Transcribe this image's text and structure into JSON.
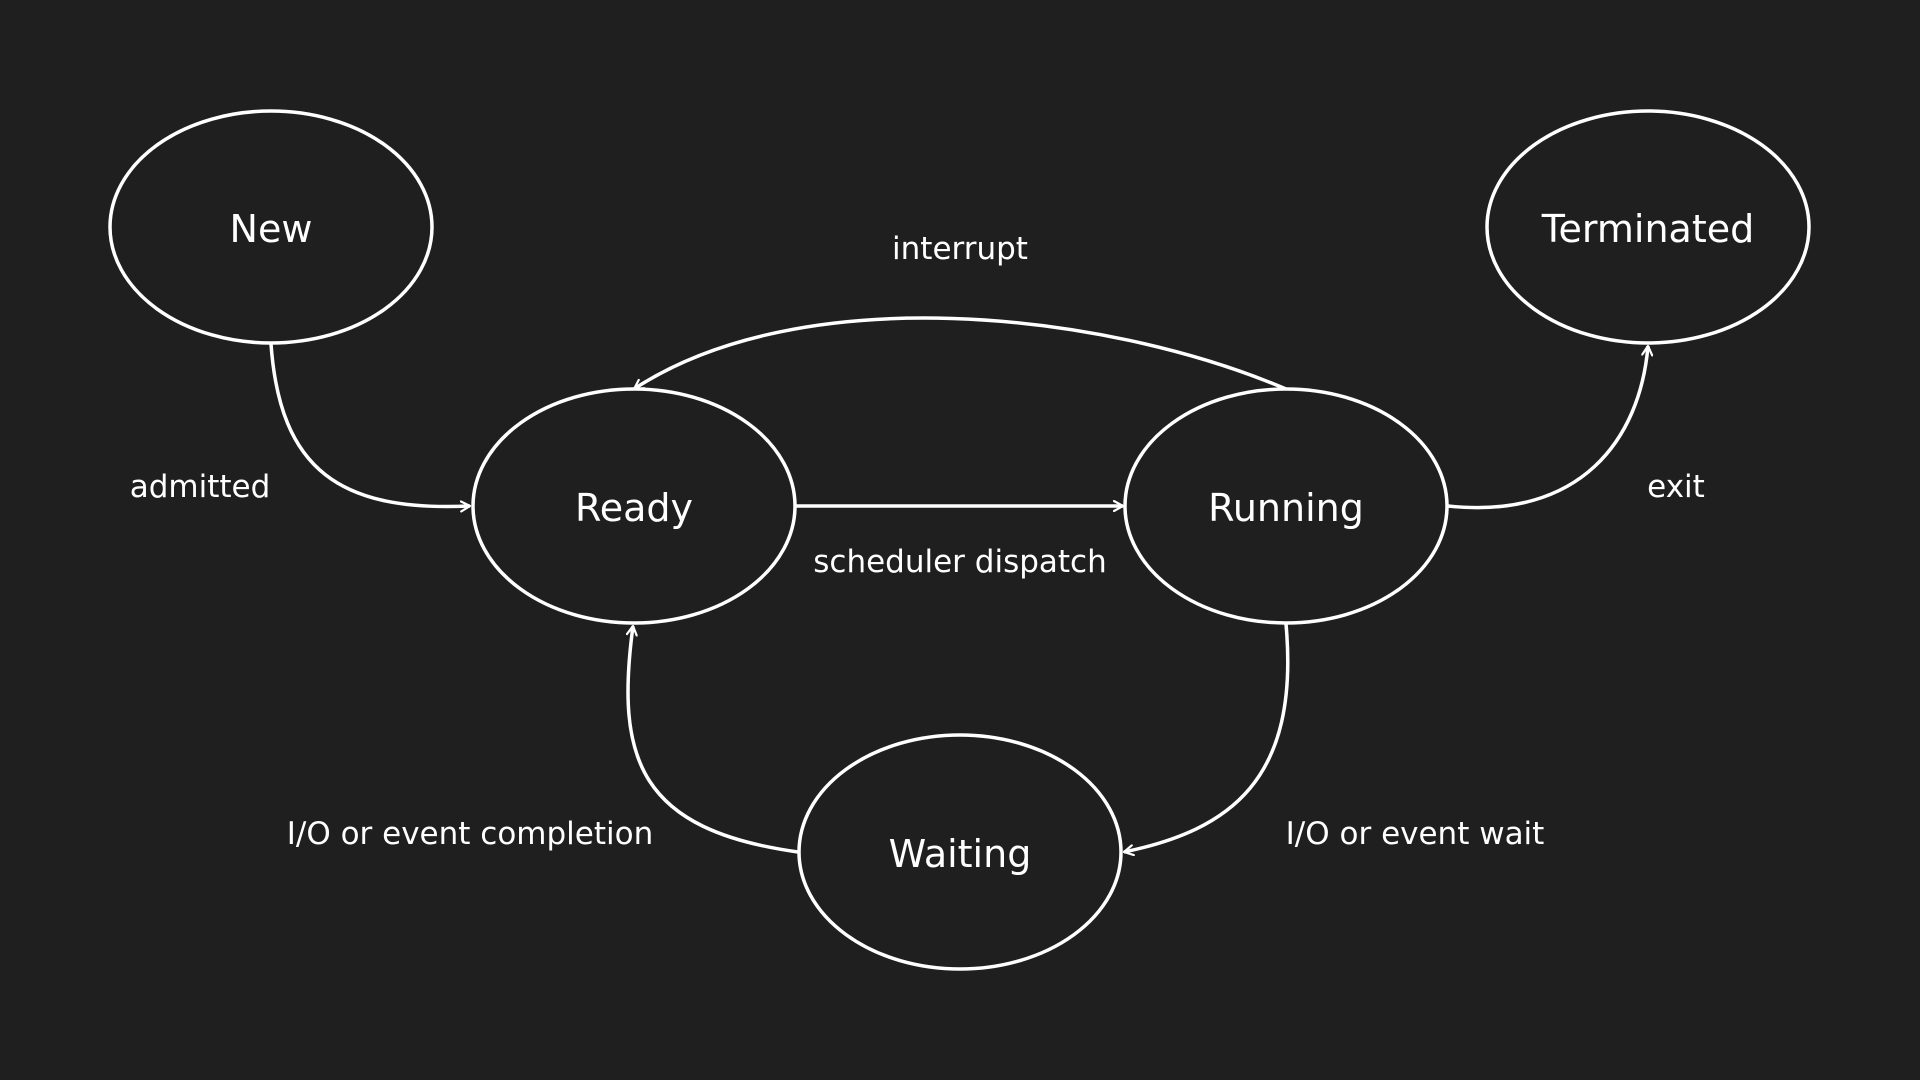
{
  "diagram": {
    "title": "Process State Diagram",
    "colors": {
      "background": "#1f1f1f",
      "stroke": "#ffffff",
      "text": "#ffffff"
    },
    "nodes": {
      "new": {
        "label": "New"
      },
      "ready": {
        "label": "Ready"
      },
      "running": {
        "label": "Running"
      },
      "terminated": {
        "label": "Terminated"
      },
      "waiting": {
        "label": "Waiting"
      }
    },
    "edges": {
      "admitted": {
        "from": "New",
        "to": "Ready",
        "label": "admitted"
      },
      "dispatch": {
        "from": "Ready",
        "to": "Running",
        "label": "scheduler dispatch"
      },
      "interrupt": {
        "from": "Running",
        "to": "Ready",
        "label": "interrupt"
      },
      "exit": {
        "from": "Running",
        "to": "Terminated",
        "label": "exit"
      },
      "io_wait": {
        "from": "Running",
        "to": "Waiting",
        "label": "I/O or event wait"
      },
      "io_completion": {
        "from": "Waiting",
        "to": "Ready",
        "label": "I/O or event completion"
      }
    }
  }
}
